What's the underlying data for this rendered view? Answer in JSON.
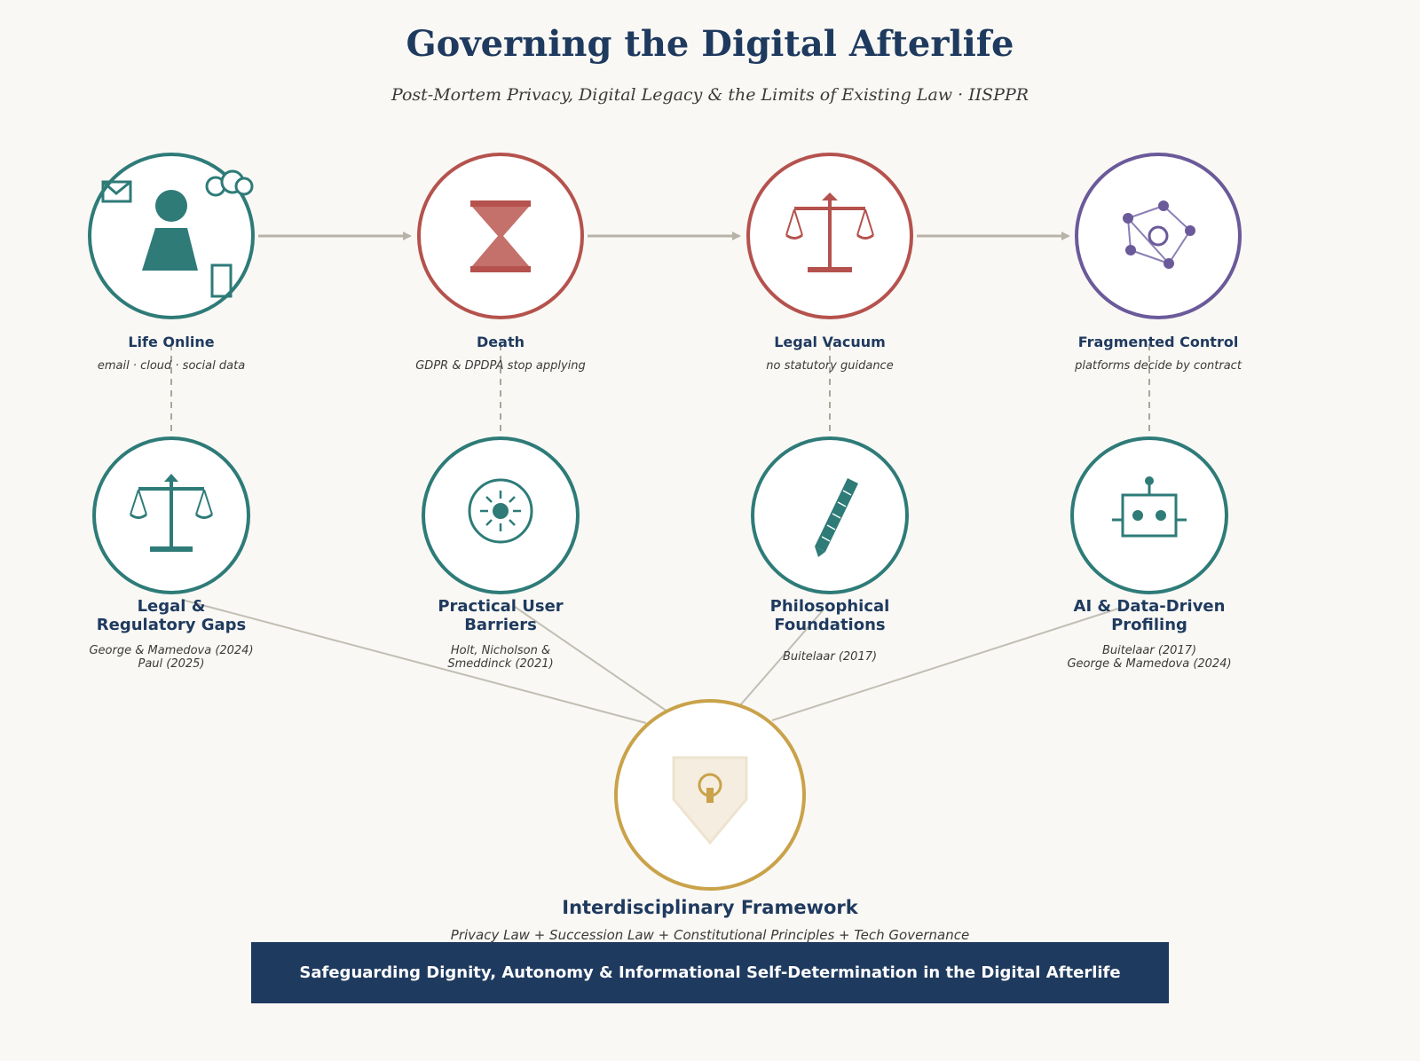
{
  "header": {
    "title": "Governing the Digital Afterlife",
    "subtitle": "Post-Mortem Privacy, Digital Legacy & the Limits of Existing Law · IISPPR"
  },
  "timeline": [
    {
      "title": "Life Online",
      "subtitle": "email · cloud · social data",
      "icon": "person-devices-icon",
      "color": "#2e7b78"
    },
    {
      "title": "Death",
      "subtitle": "GDPR & DPDPA stop applying",
      "icon": "hourglass-icon",
      "color": "#b5524d"
    },
    {
      "title": "Legal Vacuum",
      "subtitle": "no statutory guidance",
      "icon": "scales-icon",
      "color": "#b5524d"
    },
    {
      "title": "Fragmented Control",
      "subtitle": "platforms decide by contract",
      "icon": "network-icon",
      "color": "#6b5a9a"
    }
  ],
  "dimensions": [
    {
      "title_line1": "Legal &",
      "title_line2": "Regulatory Gaps",
      "refs_line1": "George & Mamedova (2024)",
      "refs_line2": "Paul (2025)",
      "icon": "scales-icon"
    },
    {
      "title_line1": "Practical User",
      "title_line2": "Barriers",
      "refs_line1": "Holt, Nicholson &",
      "refs_line2": "Smeddinck (2021)",
      "icon": "gear-icon"
    },
    {
      "title_line1": "Philosophical",
      "title_line2": "Foundations",
      "refs_line1": "Buitelaar (2017)",
      "refs_line2": "",
      "icon": "pen-icon"
    },
    {
      "title_line1": "AI & Data-Driven",
      "title_line2": "Profiling",
      "refs_line1": "Buitelaar (2017)",
      "refs_line2": "George & Mamedova (2024)",
      "icon": "robot-icon"
    }
  ],
  "framework": {
    "title": "Interdisciplinary Framework",
    "subtitle": "Privacy Law + Succession Law + Constitutional Principles + Tech Governance",
    "icon": "shield-lock-icon"
  },
  "banner": {
    "text": "Safeguarding Dignity, Autonomy & Informational Self-Determination in the Digital Afterlife"
  },
  "colors": {
    "navy": "#1f3a5f",
    "teal": "#2e7b78",
    "red": "#b5524d",
    "purple": "#6b5a9a",
    "gold": "#c9a24a",
    "background": "#f9f8f4"
  }
}
